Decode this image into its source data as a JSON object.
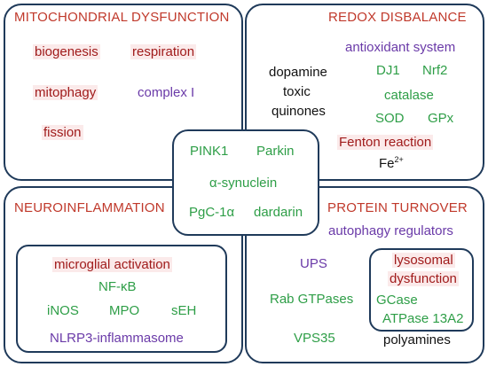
{
  "panels": {
    "mito": {
      "title": "MITOCHONDRIAL DYSFUNCTION",
      "items": [
        "biogenesis",
        "respiration",
        "mitophagy",
        "complex I",
        "fission"
      ]
    },
    "redox": {
      "title": "REDOX DISBALANCE",
      "items": [
        "antioxidant system",
        "dopamine",
        "toxic",
        "quinones",
        "DJ1",
        "Nrf2",
        "catalase",
        "SOD",
        "GPx",
        "Fenton reaction",
        "Fe"
      ],
      "fe_charge": "2+"
    },
    "neuro": {
      "title": "NEUROINFLAMMATION",
      "items": [
        "microglial activation",
        "NF-κB",
        "iNOS",
        "MPO",
        "sEH",
        "NLRP3-inflammasome"
      ]
    },
    "protein": {
      "title": "PROTEIN TURNOVER",
      "items": [
        "autophagy regulators",
        "UPS",
        "Rab GTPases",
        "VPS35",
        "lysosomal",
        "dysfunction",
        "GCase",
        "ATPase 13A2",
        "polyamines"
      ]
    },
    "center": {
      "items": [
        "PINK1",
        "Parkin",
        "α-synuclein",
        "PgC-1α",
        "dardarin"
      ]
    }
  },
  "colors": {
    "border": "#1f3a5a",
    "title": "#c0392b",
    "red": "#a01b1b",
    "green": "#2e9e47",
    "purple": "#6a3aa8"
  }
}
